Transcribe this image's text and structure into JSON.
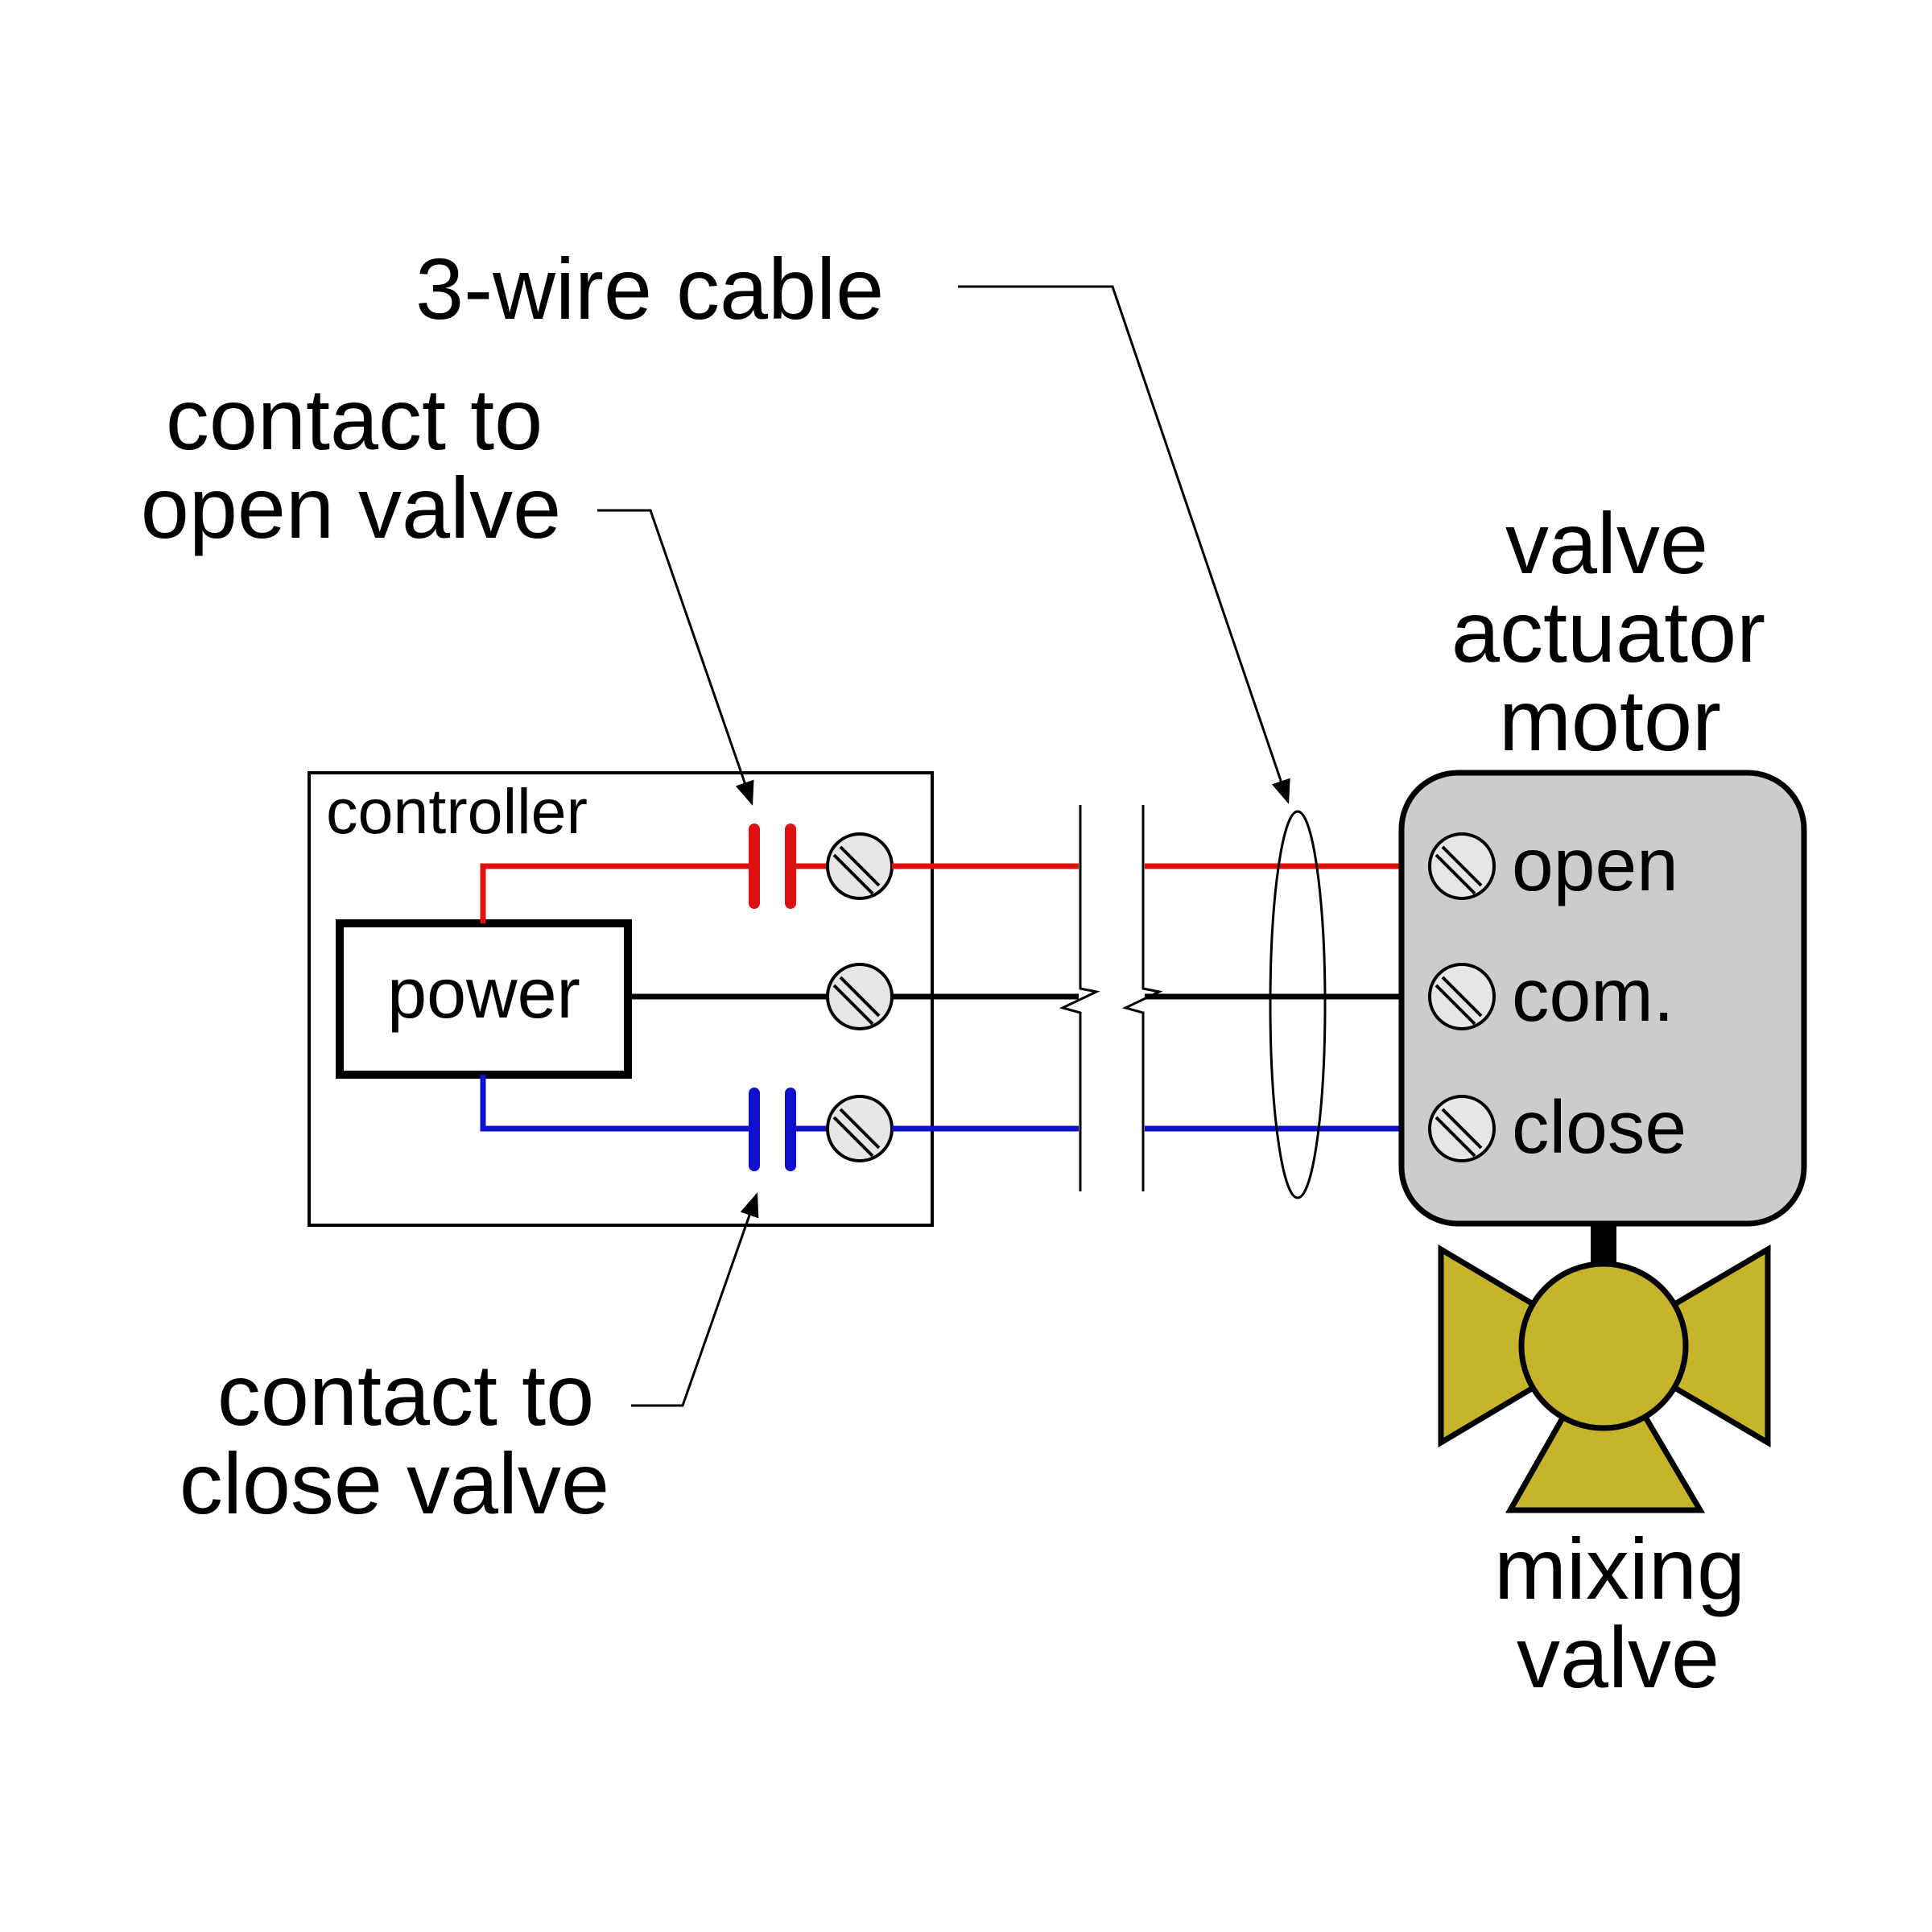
{
  "labels": {
    "cable": "3-wire cable",
    "contact_open_line1": "contact to",
    "contact_open_line2": "open valve",
    "contact_close_line1": "contact to",
    "contact_close_line2": "close valve",
    "controller": "controller",
    "power": "power",
    "actuator_line1": "valve",
    "actuator_line2": "actuator",
    "actuator_line3": "motor",
    "terminal_open": "open",
    "terminal_com": "com.",
    "terminal_close": "close",
    "valve_line1": "mixing",
    "valve_line2": "valve"
  },
  "colors": {
    "wire_open": "#dd1111",
    "wire_com": "#000000",
    "wire_close": "#1010cc",
    "actuator_fill": "#cccccc",
    "valve_fill": "#c8b42a",
    "terminal_fill": "#e6e6e6"
  }
}
